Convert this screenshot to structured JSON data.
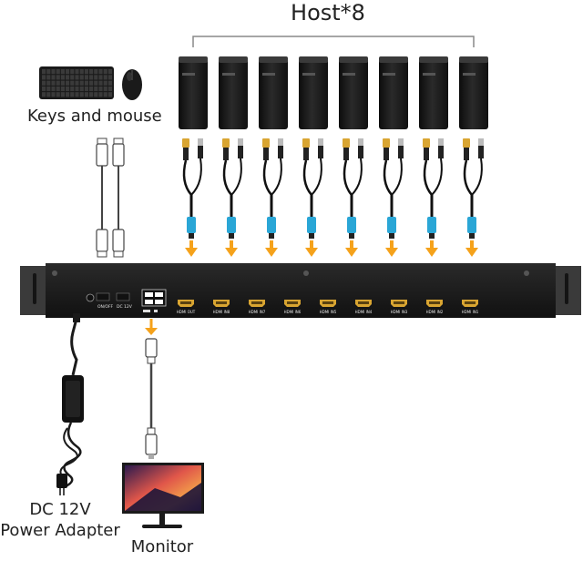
{
  "labels": {
    "host_count": "Host*8",
    "keys_mouse": "Keys and mouse",
    "power_line1": "DC 12V",
    "power_line2": "Power Adapter",
    "monitor": "Monitor"
  },
  "panel": {
    "switch_label": "ON/OFF",
    "dc_label": "DC 12V",
    "ports": [
      "HDMI OUT",
      "HDMI IN8",
      "HDMI IN7",
      "HDMI IN6",
      "HDMI IN5",
      "HDMI IN4",
      "HDMI IN3",
      "HDMI IN2",
      "HDMI IN1"
    ]
  },
  "colors": {
    "arrow": "#f5a21b",
    "connector_blue": "#2aa6d6",
    "hdmi_gold": "#d9a531",
    "rack_dark": "#1b1b1b"
  }
}
